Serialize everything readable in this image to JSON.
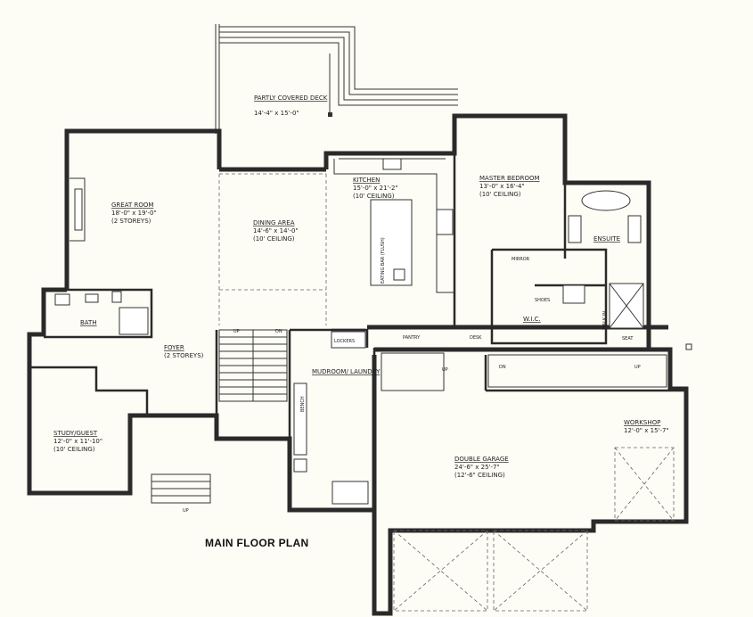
{
  "plan": {
    "title": "MAIN FLOOR PLAN",
    "rooms": [
      {
        "id": "deck",
        "name": "PARTLY COVERED DECK",
        "dims": "14'-4\" x 15'-0\"",
        "note": ""
      },
      {
        "id": "great-room",
        "name": "GREAT ROOM",
        "dims": "18'-0\" x 19'-0\"",
        "note": "(2 STOREYS)"
      },
      {
        "id": "dining",
        "name": "DINING AREA",
        "dims": "14'-6\" x 14'-0\"",
        "note": "(10' CEILING)"
      },
      {
        "id": "kitchen",
        "name": "KITCHEN",
        "dims": "15'-0\" x 21'-2\"",
        "note": "(10' CEILING)"
      },
      {
        "id": "master",
        "name": "MASTER BEDROOM",
        "dims": "13'-0\" x 16'-4\"",
        "note": "(10' CEILING)"
      },
      {
        "id": "ensuite",
        "name": "ENSUITE",
        "dims": "",
        "note": ""
      },
      {
        "id": "wic",
        "name": "W.I.C.",
        "dims": "",
        "note": ""
      },
      {
        "id": "bath",
        "name": "BATH",
        "dims": "",
        "note": ""
      },
      {
        "id": "foyer",
        "name": "FOYER",
        "dims": "",
        "note": "(2 STOREYS)"
      },
      {
        "id": "study",
        "name": "STUDY/GUEST",
        "dims": "12'-0\" x 11'-10\"",
        "note": "(10' CEILING)"
      },
      {
        "id": "mudroom",
        "name": "MUDROOM/ LAUNDRY",
        "dims": "",
        "note": ""
      },
      {
        "id": "garage",
        "name": "DOUBLE GARAGE",
        "dims": "24'-6\" x 25'-7\"",
        "note": "(12'-6\" CEILING)"
      },
      {
        "id": "workshop",
        "name": "WORKSHOP",
        "dims": "12'-0\" x 15'-7\"",
        "note": ""
      }
    ],
    "small_labels": {
      "eating_bar": "EATING BAR (FLUSH)",
      "lockers": "LOCKERS",
      "pantry": "PANTRY",
      "desk": "DESK",
      "mirror": "MIRROR",
      "shoes": "SHOES",
      "bench": "BENCH",
      "seat": "SEAT",
      "walk_in": "WALK IN",
      "up": "UP",
      "dn": "DN"
    }
  }
}
